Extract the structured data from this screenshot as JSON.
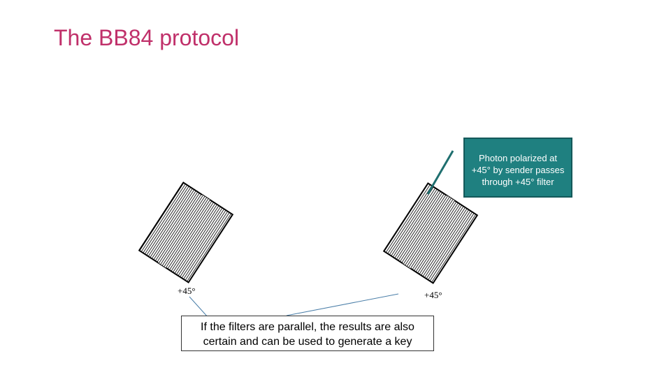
{
  "slide": {
    "title": "The BB84 protocol"
  },
  "filters": {
    "left_angle_label": "+45°",
    "right_angle_label": "+45°"
  },
  "callout": {
    "text_lines": [
      "Photon polarized at",
      "+45° by sender passes",
      "through +45° filter"
    ],
    "background_color": "#1f8080"
  },
  "note": {
    "text_lines": [
      "If the filters are parallel, the results are also",
      "certain and can be used to generate a key"
    ]
  },
  "colors": {
    "title": "#c0306a",
    "photon_line": "#1f6f6f",
    "pointer_line": "#4a7ea8"
  }
}
